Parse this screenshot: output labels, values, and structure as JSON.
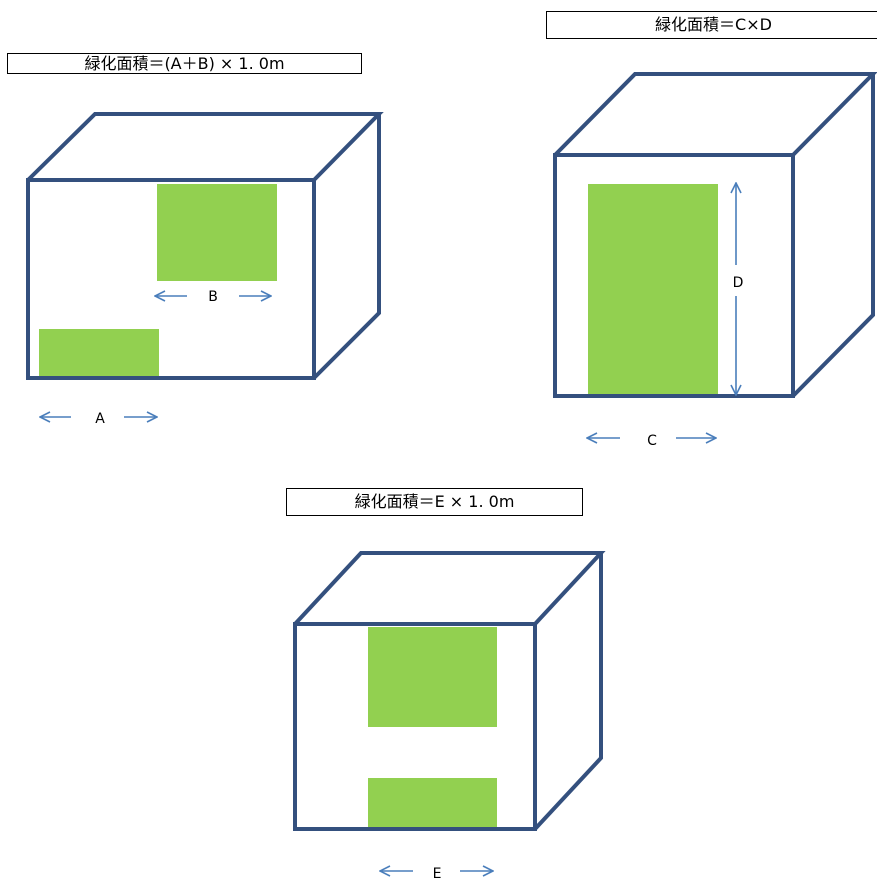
{
  "formulas": {
    "ab": "緑化面積＝(A＋B) × 1. 0m",
    "cd": "緑化面積＝C×D",
    "e": "緑化面積＝E × 1. 0m"
  },
  "labels": {
    "a": "A",
    "b": "B",
    "c": "C",
    "d": "D",
    "e": "E"
  },
  "colors": {
    "box_outline": "#34507E",
    "greenery": "#92D050",
    "arrow": "#4A7EBB",
    "text": "#000000",
    "formula_border": "#000000"
  }
}
